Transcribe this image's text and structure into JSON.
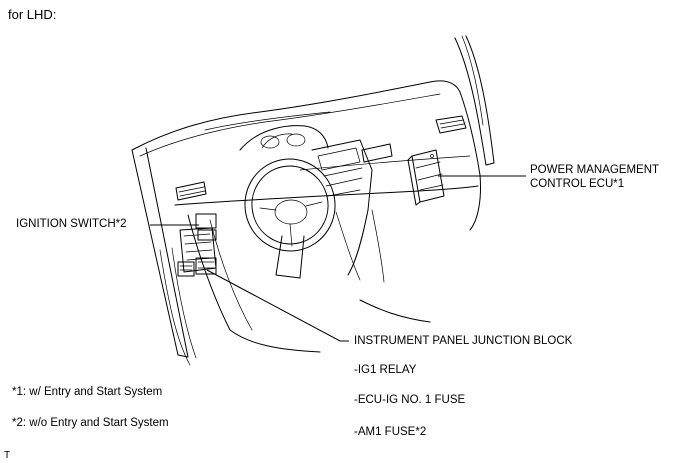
{
  "title": "for LHD:",
  "labels": {
    "power_management_line1": "POWER MANAGEMENT",
    "power_management_line2": "CONTROL ECU*1",
    "ignition_switch": "IGNITION SWITCH*2",
    "junction_block": "INSTRUMENT PANEL JUNCTION BLOCK",
    "ig1_relay": "-IG1 RELAY",
    "ecu_ig_fuse": "-ECU-IG NO. 1 FUSE",
    "am1_fuse": "-AM1 FUSE*2"
  },
  "notes": {
    "note1": "*1: w/ Entry and Start System",
    "note2": "*2: w/o Entry and Start System"
  },
  "corner_mark": "T"
}
